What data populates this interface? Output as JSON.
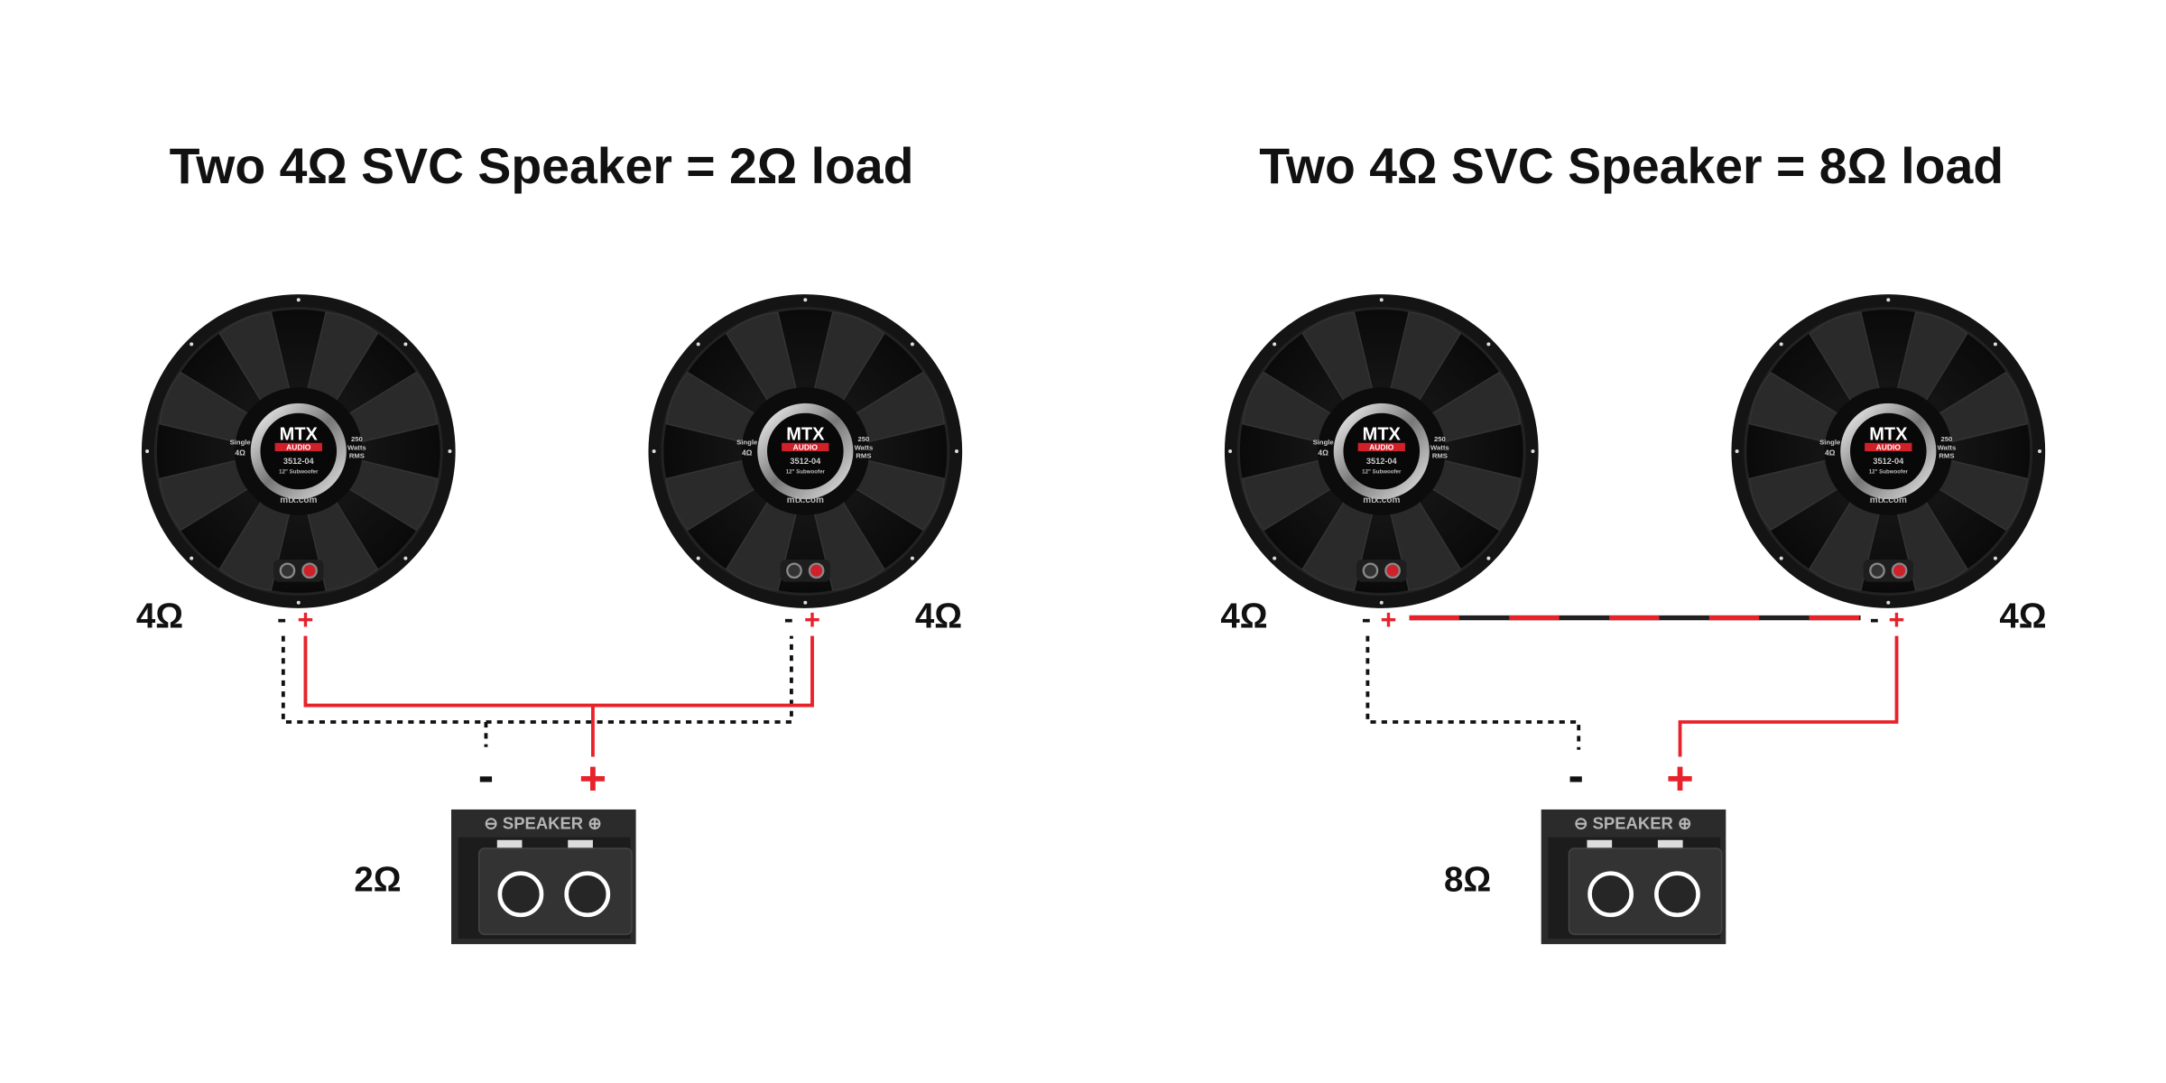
{
  "left": {
    "title": "Two 4Ω SVC Speaker = 2Ω load",
    "speaker_a_ohm": "4Ω",
    "speaker_b_ohm": "4Ω",
    "amp_load": "2Ω"
  },
  "right": {
    "title": "Two 4Ω SVC Speaker = 8Ω load",
    "speaker_a_ohm": "4Ω",
    "speaker_b_ohm": "4Ω",
    "amp_load": "8Ω"
  },
  "polarity": {
    "negative": "-",
    "positive": "+"
  },
  "amp": {
    "label": "SPEAKER",
    "neg_symbol": "⊖",
    "pos_symbol": "⊕"
  },
  "speaker_logo": {
    "brand": "MTX",
    "sub": "AUDIO",
    "model": "3512-04",
    "desc": "12\" Subwoofer",
    "coil_1": "Single",
    "coil_2": "4Ω",
    "power_1": "250",
    "power_2": "Watts",
    "power_3": "RMS",
    "url": "mtx.com"
  },
  "colors": {
    "positive_wire": "#e8222a",
    "negative_wire": "#111111",
    "speaker": "#141414",
    "amp": "#2b2b2b"
  }
}
